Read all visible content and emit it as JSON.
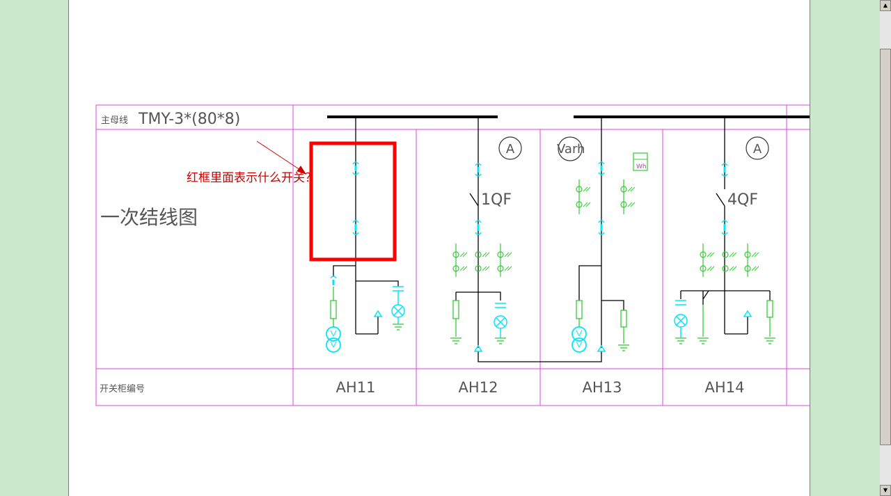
{
  "table": {
    "busbar_label": "主母线",
    "busbar_spec": "TMY-3*(80*8)",
    "diagram_label": "一次结线图",
    "cabinet_label": "开关柜编号"
  },
  "cabinets": [
    "AH11",
    "AH12",
    "AH13",
    "AH14"
  ],
  "meters": {
    "ammeter": "A",
    "varhmeter": "Varh",
    "watthour": "Wh"
  },
  "breakers": {
    "b1": "1QF",
    "b2": "4QF"
  },
  "annotation": {
    "question": "红框里面表示什么开关？"
  },
  "colors": {
    "grid": "#e040e0",
    "highlight": "#ff0000",
    "green": "#33cc33",
    "cyan": "#00e5ff",
    "bus": "#000000",
    "annotation": "#cc0000"
  },
  "scrollbar": {
    "up_icon": "▲",
    "down_icon": "▼"
  }
}
